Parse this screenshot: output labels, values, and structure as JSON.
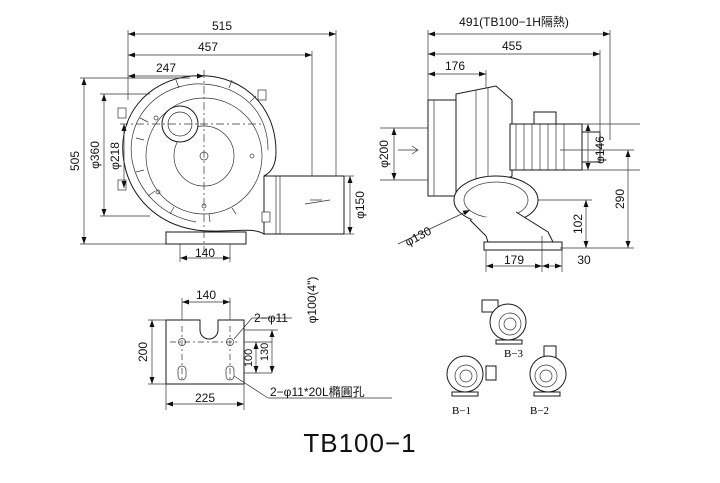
{
  "title": "TB100−1",
  "front_view": {
    "width_overall": "515",
    "width_to_outlet": "457",
    "width_to_center": "247",
    "height_overall": "505",
    "casing_dia": "φ360",
    "inlet_dia": "φ218",
    "outlet_dia": "φ150",
    "base_width": "140",
    "pipe_label": "φ100(4\")"
  },
  "side_view": {
    "length_insulated": "491(TB100−1H隔熱)",
    "length": "455",
    "inlet_offset": "176",
    "inlet_dia": "φ200",
    "motor_dia": "φ146",
    "outlet_dia": "φ130",
    "height": "290",
    "center_height": "102",
    "base_length": "179",
    "base_end": "30"
  },
  "base_plate": {
    "top_width": "140",
    "hole_top": "2−φ11",
    "height": "200",
    "inner_h1": "100",
    "inner_h2": "130",
    "slot": "2−φ11*20L橢圓孔",
    "bottom_width": "225"
  },
  "orientations": {
    "b1": "B−1",
    "b2": "B−2",
    "b3": "B−3"
  }
}
